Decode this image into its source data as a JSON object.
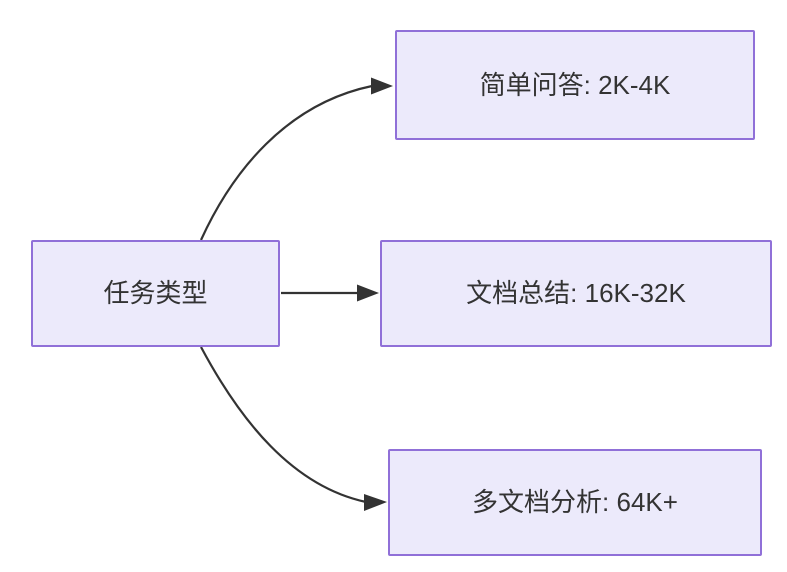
{
  "diagram": {
    "type": "flowchart",
    "direction": "left-to-right",
    "background_color": "#ffffff",
    "node_fill_color": "#ECEAFB",
    "node_border_color": "#9070D8",
    "node_text_color": "#333333",
    "edge_color": "#333333",
    "source_node": {
      "id": "task-type",
      "label": "任务类型"
    },
    "target_nodes": [
      {
        "id": "simple-qa",
        "label": "简单问答: 2K-4K",
        "task": "简单问答",
        "range": "2K-4K"
      },
      {
        "id": "doc-summary",
        "label": "文档总结: 16K-32K",
        "task": "文档总结",
        "range": "16K-32K"
      },
      {
        "id": "multidoc-analysis",
        "label": "多文档分析: 64K+",
        "task": "多文档分析",
        "range": "64K+"
      }
    ],
    "edges": [
      {
        "from": "task-type",
        "to": "simple-qa",
        "style": "curved",
        "label": ""
      },
      {
        "from": "task-type",
        "to": "doc-summary",
        "style": "straight",
        "label": ""
      },
      {
        "from": "task-type",
        "to": "multidoc-analysis",
        "style": "curved",
        "label": ""
      }
    ]
  }
}
